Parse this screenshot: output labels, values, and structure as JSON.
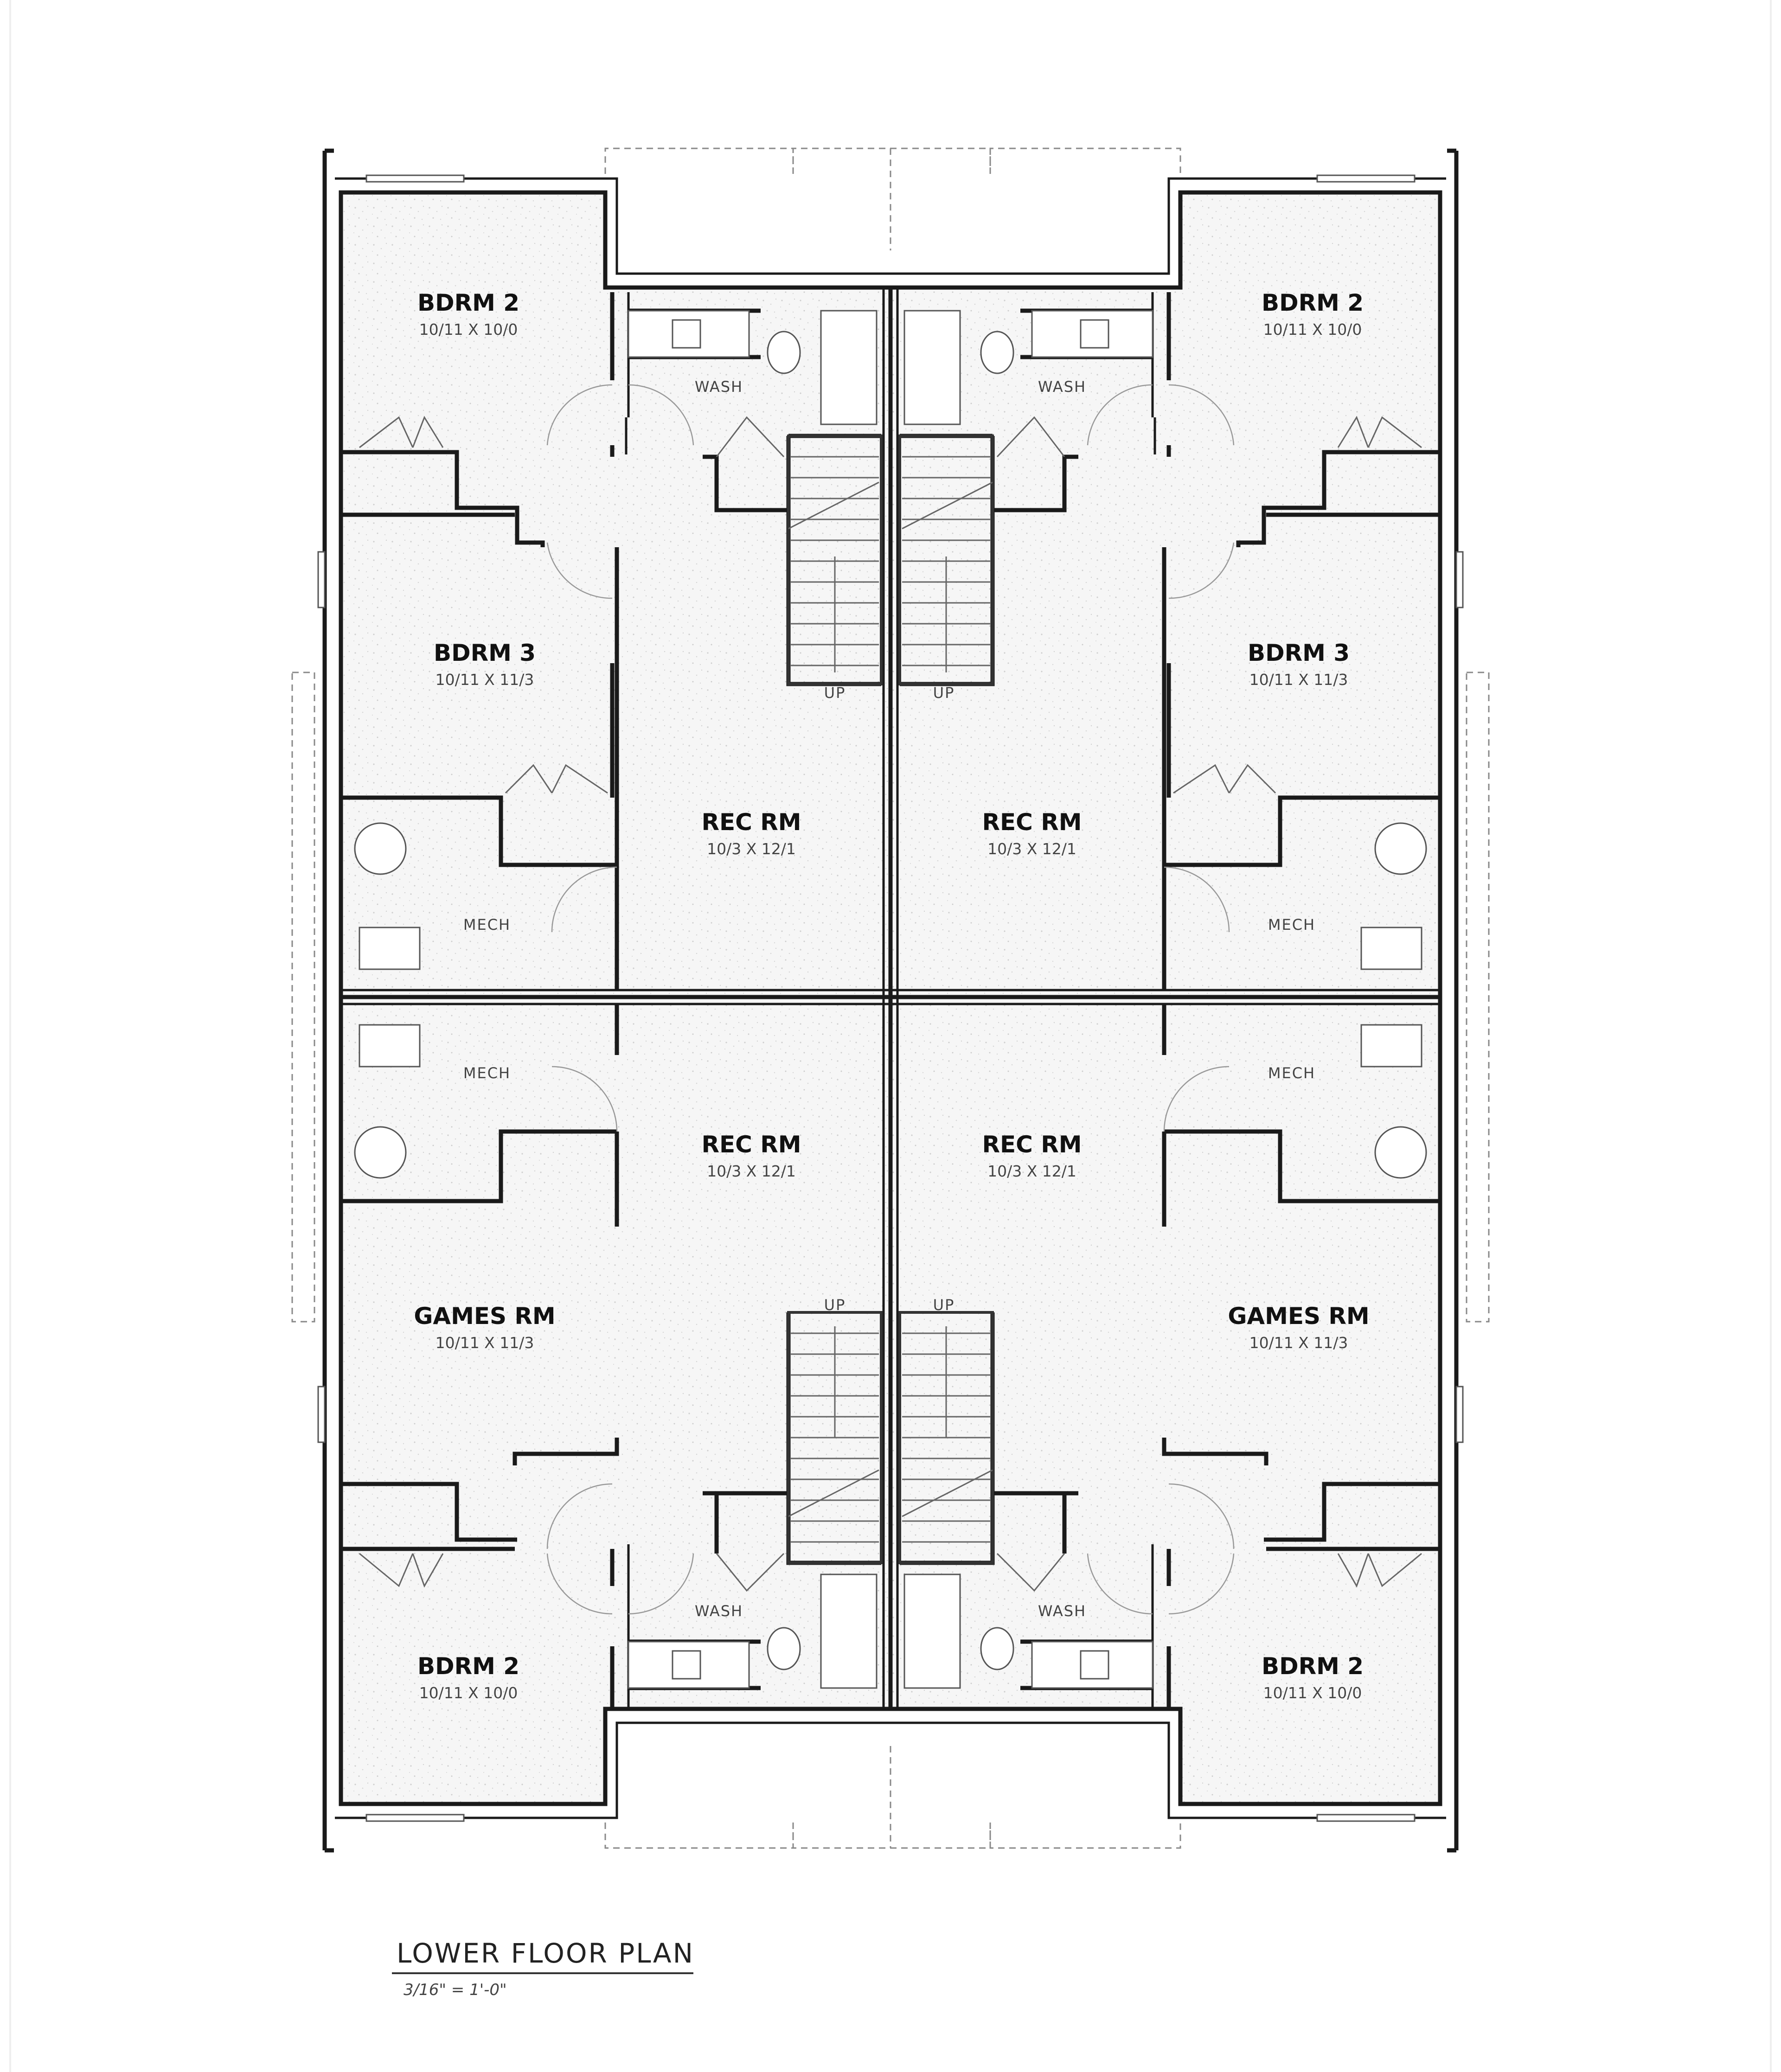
{
  "rooms": {
    "bdrm2": {
      "name": "BDRM 2",
      "dim": "10/11 X 10/0"
    },
    "bdrm3": {
      "name": "BDRM 3",
      "dim": "10/11 X 11/3"
    },
    "rec": {
      "name": "REC RM",
      "dim": "10/3 X 12/1"
    },
    "games": {
      "name": "GAMES RM",
      "dim": "10/11 X 11/3"
    }
  },
  "labels": {
    "wash": "WASH",
    "mech": "MECH",
    "up": "UP"
  },
  "title": {
    "text": "LOWER FLOOR PLAN",
    "scale": "3/16\" = 1'-0\""
  }
}
